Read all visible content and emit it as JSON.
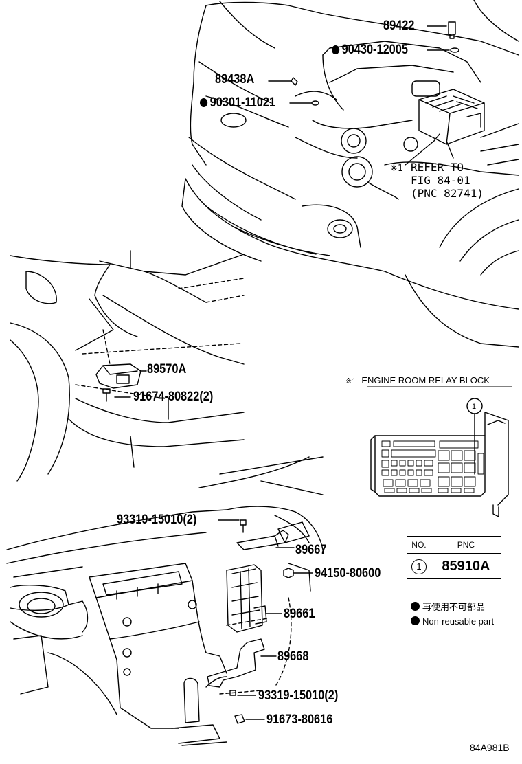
{
  "top_section": {
    "labels": {
      "p89422": "89422",
      "p90430": "90430-12005",
      "p89438a": "89438A",
      "p90301": "90301-11021"
    },
    "refer_note": {
      "mark": "※1",
      "line1": "REFER TO",
      "line2": "FIG 84-01",
      "line3": "(PNC 82741)"
    }
  },
  "middle_section": {
    "labels": {
      "p89570a": "89570A",
      "p91674": "91674-80822(2)"
    }
  },
  "relay_block": {
    "title_mark": "※1",
    "title": "ENGINE ROOM RELAY BLOCK",
    "callout": "1"
  },
  "pnc_table": {
    "col_no": "NO.",
    "col_pnc": "PNC",
    "row_no": "1",
    "row_pnc": "85910A"
  },
  "legend": {
    "jp": "再使用不可部品",
    "en": "Non-reusable part"
  },
  "bottom_section": {
    "labels": {
      "p93319_top": "93319-15010(2)",
      "p89667": "89667",
      "p94150": "94150-80600",
      "p89661": "89661",
      "p89668": "89668",
      "p93319_bottom": "93319-15010(2)",
      "p91673": "91673-80616"
    }
  },
  "figure_id": "84A981B"
}
